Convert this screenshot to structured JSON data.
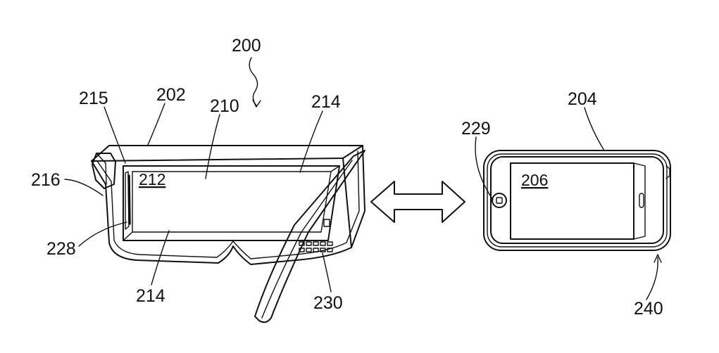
{
  "labels": {
    "system": "200",
    "headset_body": "202",
    "device": "204",
    "device_screen": "206",
    "viewing_window": "210",
    "device_slot": "212",
    "frame_lower": "214",
    "frame_upper": "214",
    "left_edge": "215",
    "side_tab": "216",
    "home_button": "229",
    "rear_panel": "228",
    "connector_grid": "230",
    "device_case": "240"
  },
  "colors": {
    "ink": "#111111",
    "paper": "#ffffff"
  }
}
